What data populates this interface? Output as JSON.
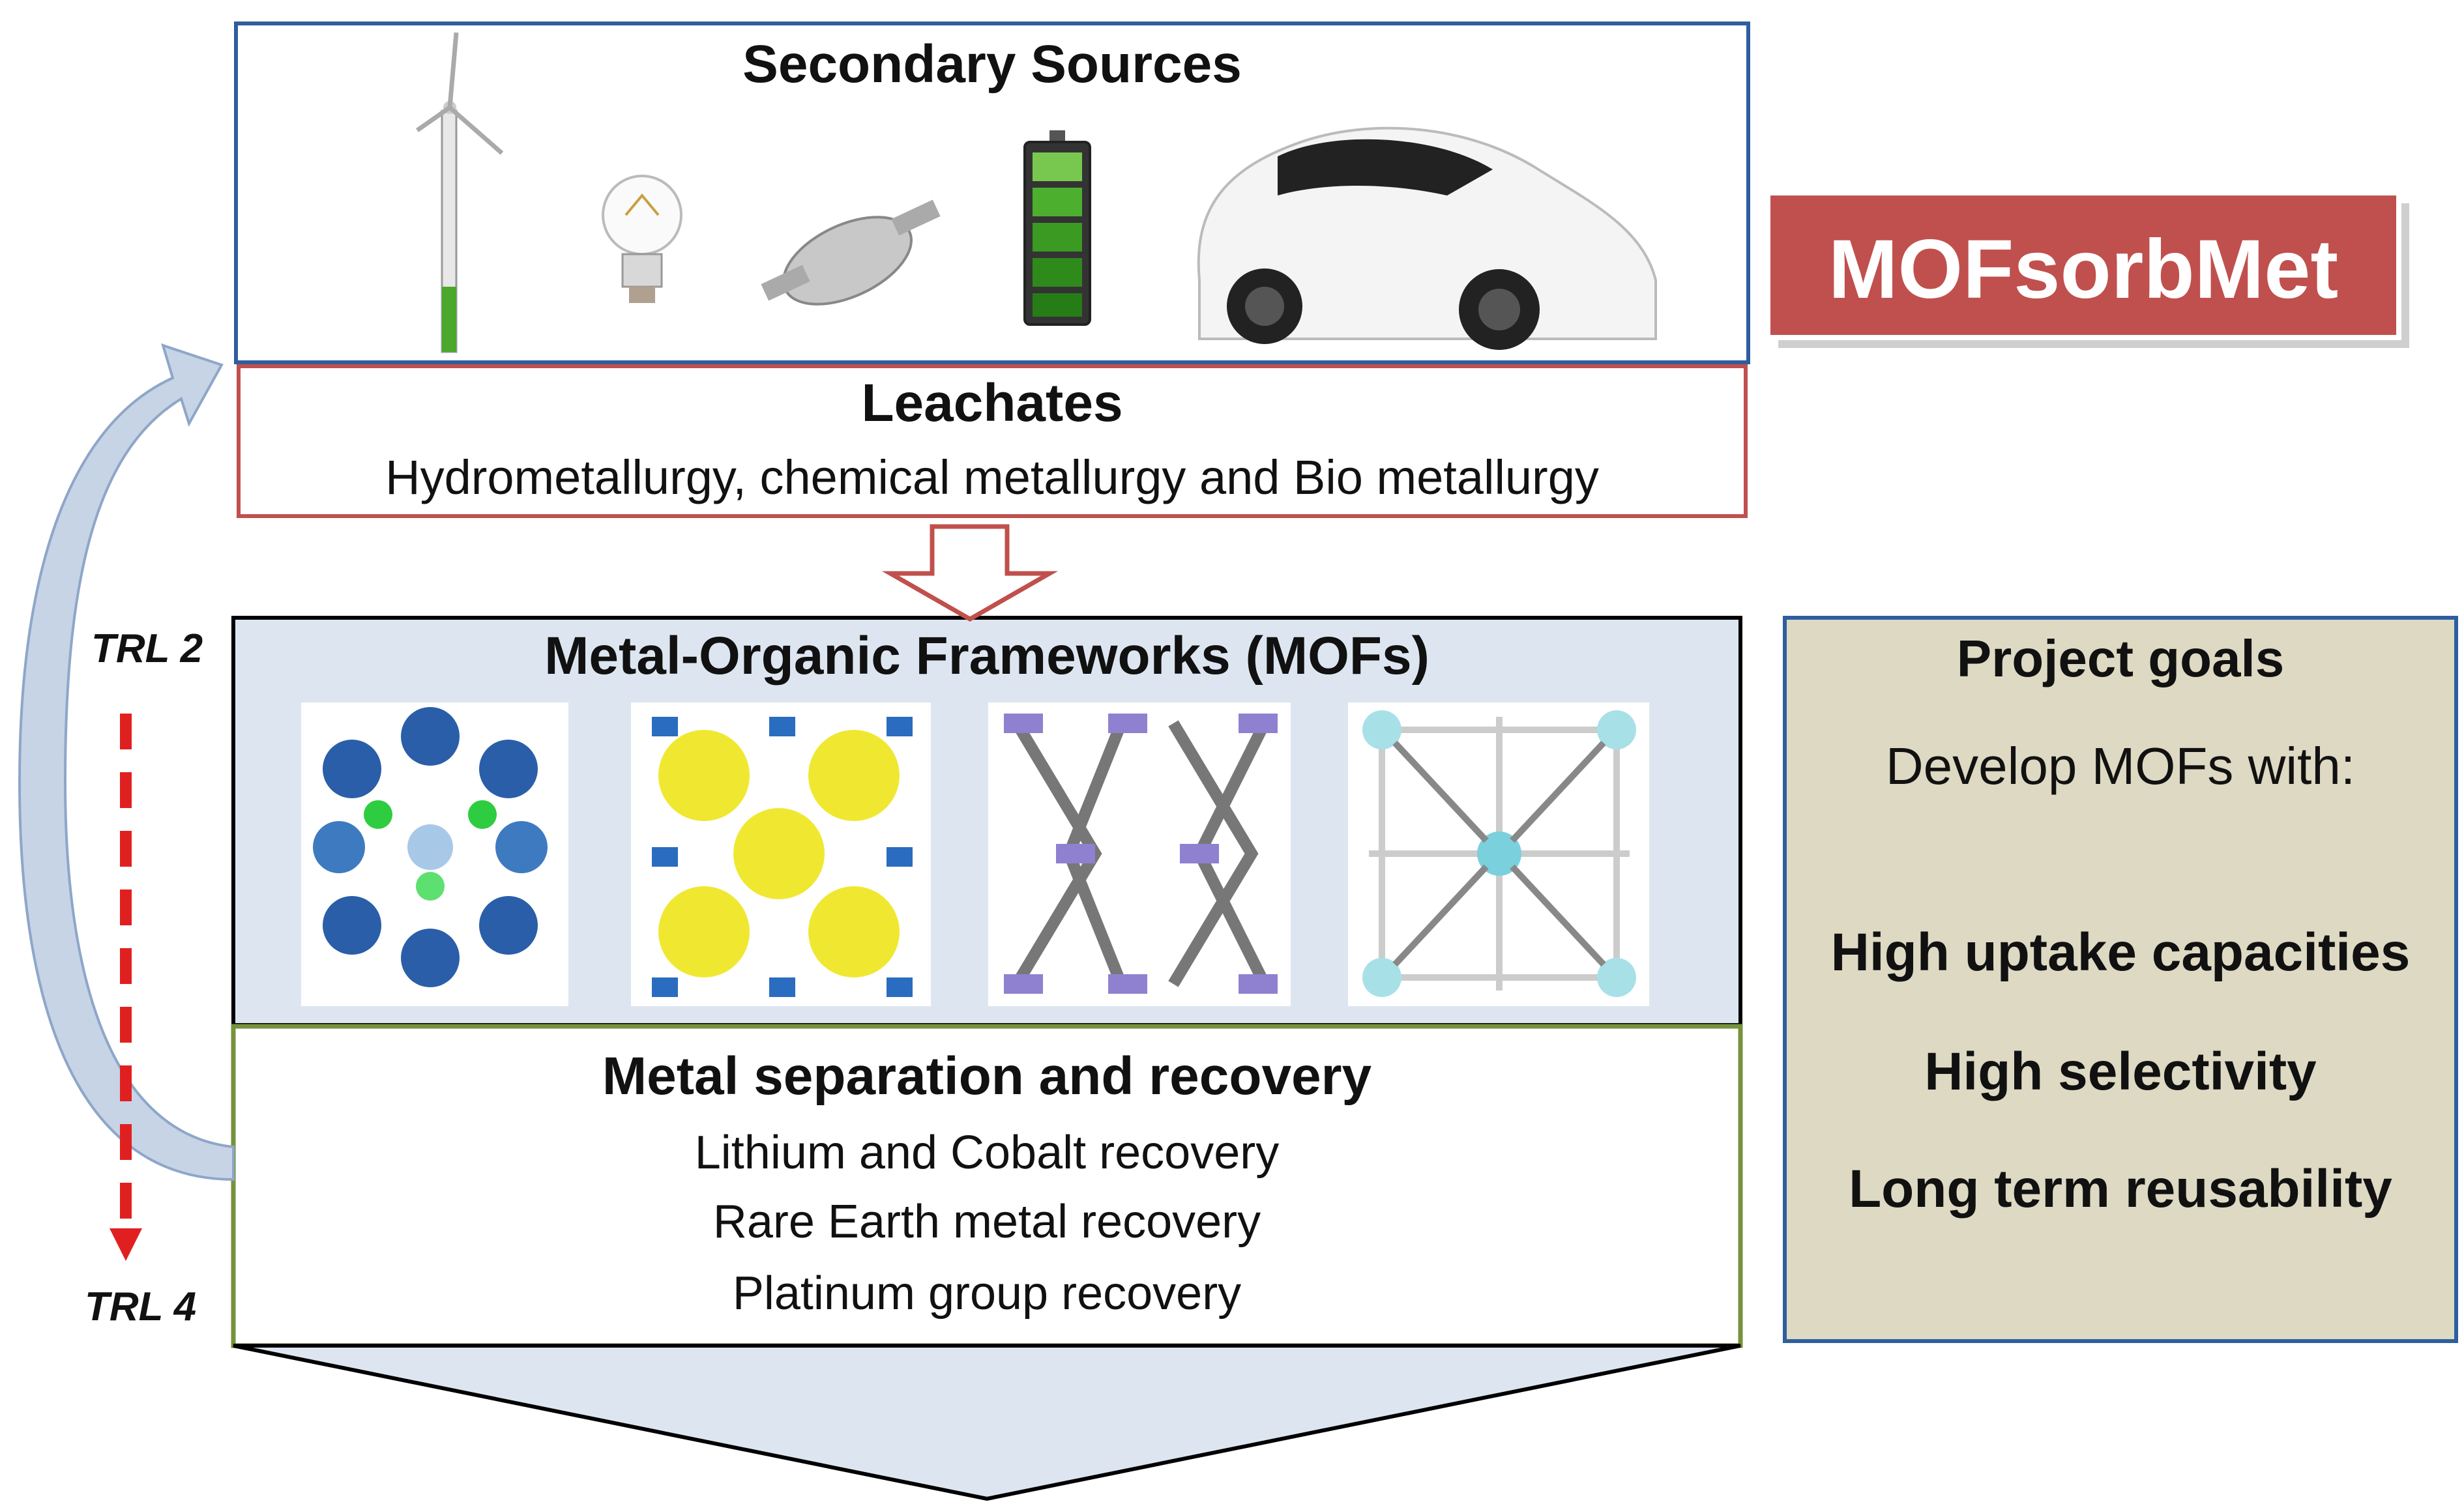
{
  "secondary_sources": {
    "title": "Secondary Sources",
    "icons": [
      "wind-turbine-icon",
      "light-bulb-icon",
      "catalytic-converter-icon",
      "battery-icon",
      "electric-car-icon"
    ]
  },
  "leachates": {
    "title": "Leachates",
    "subtitle": "Hydrometallurgy, chemical metallurgy and Bio metallurgy"
  },
  "brand": {
    "name": "MOFsorbMet",
    "color": "#c0504d"
  },
  "mofs": {
    "title": "Metal-Organic Frameworks (MOFs)",
    "structures": [
      "mof-structure-1",
      "mof-structure-2",
      "mof-structure-3",
      "mof-structure-4"
    ]
  },
  "recovery": {
    "title": "Metal separation and recovery",
    "items": [
      "Lithium and Cobalt recovery",
      "Rare Earth metal recovery",
      "Platinum group recovery"
    ]
  },
  "trl": {
    "start": "TRL 2",
    "end": "TRL 4"
  },
  "goals": {
    "title": "Project goals",
    "intro": "Develop MOFs with:",
    "items": [
      "High uptake capacities",
      "High selectivity",
      "Long term reusability"
    ]
  },
  "colors": {
    "sources_border": "#2e5e9e",
    "leachates_border": "#c0504d",
    "mof_bg": "#dde6f0",
    "recovery_border": "#76923c",
    "goals_bg": "#ddd9c3",
    "goals_border": "#2e5e9e",
    "trl_arrow": "#e02020",
    "cycle_arrow": "#c6d4e6"
  }
}
